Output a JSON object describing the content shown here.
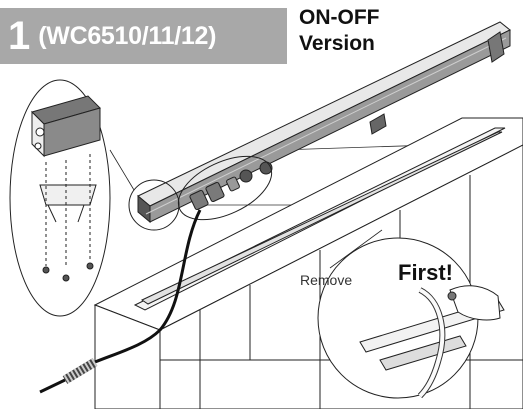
{
  "header": {
    "step_number": "1",
    "model_codes": "(WC6510/11/12)",
    "band_color": "#a8a8a8"
  },
  "version_title": {
    "line1": "ON-OFF",
    "line2": "Version"
  },
  "callouts": {
    "remove": "Remove",
    "first": "First!"
  }
}
